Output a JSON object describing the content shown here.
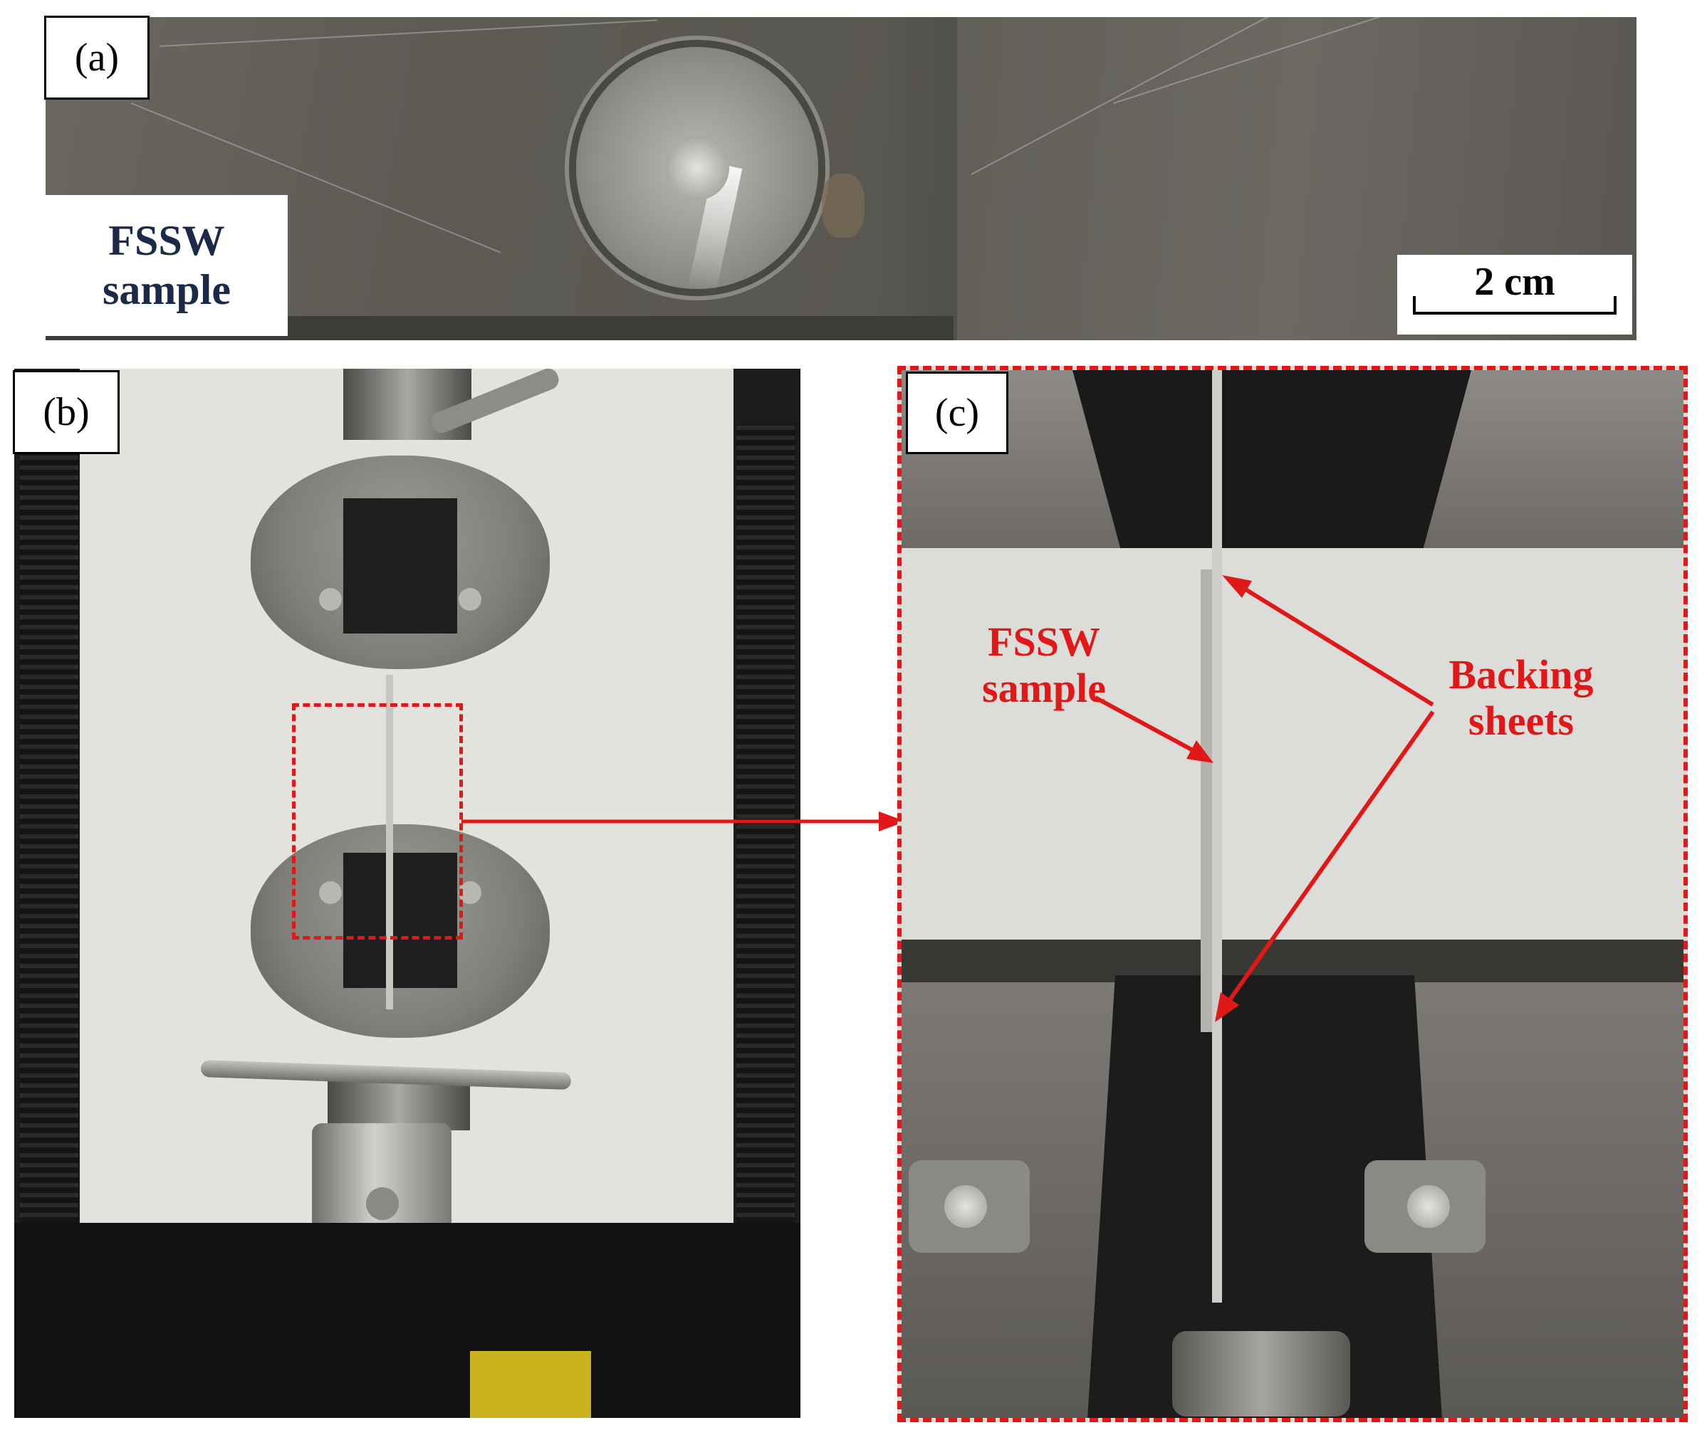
{
  "panel_a": {
    "tag": "(a)",
    "sample_label_line1": "FSSW",
    "sample_label_line2": "sample",
    "scalebar_label": "2 cm"
  },
  "panel_b": {
    "tag": "(b)"
  },
  "panel_c": {
    "tag": "(c)",
    "sample_label_line1": "FSSW",
    "sample_label_line2": "sample",
    "backing_label_line1": "Backing",
    "backing_label_line2": "sheets"
  },
  "colors": {
    "annotation_red": "#e01818",
    "label_navy": "#1c2a4a"
  }
}
